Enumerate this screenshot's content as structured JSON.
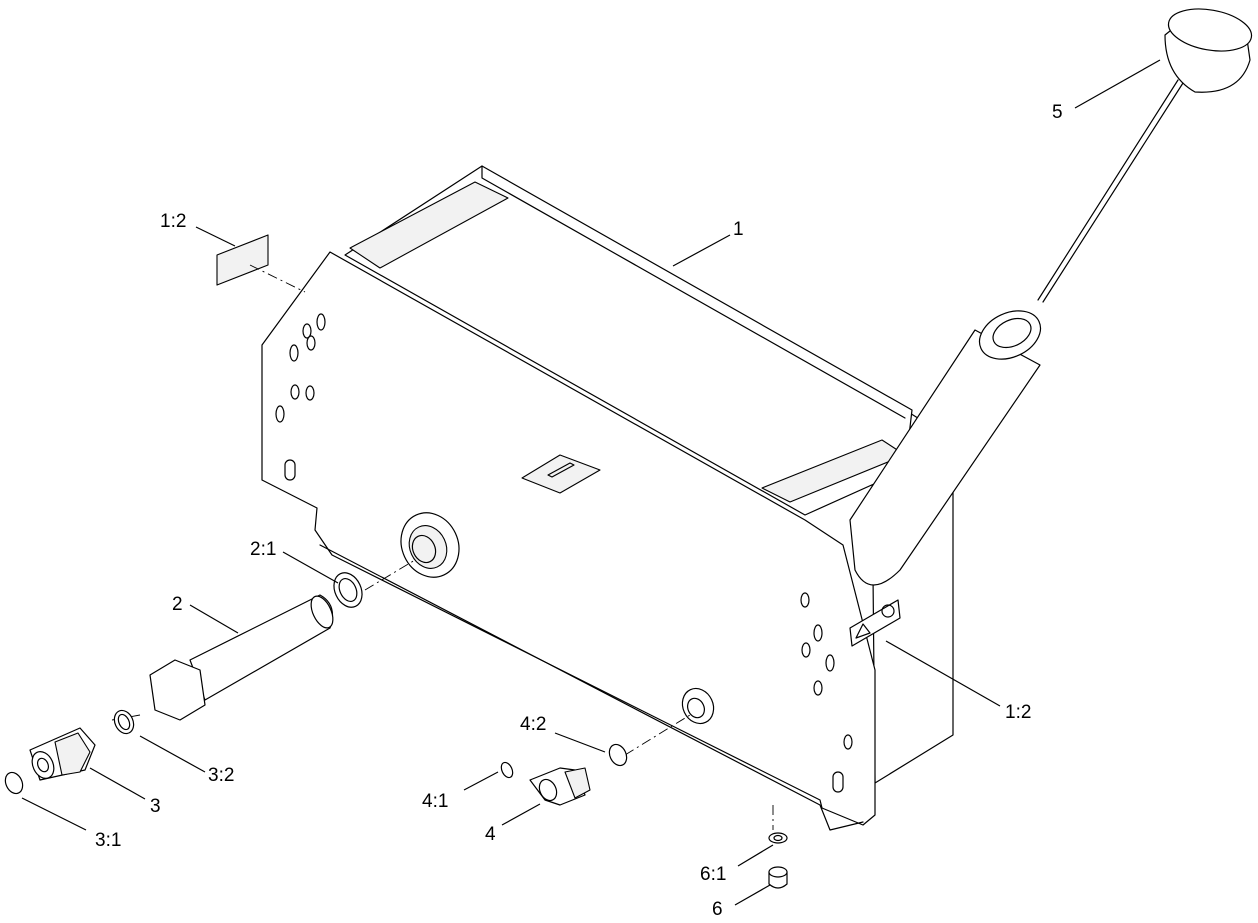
{
  "callouts": {
    "c1": "1",
    "c1_2_top": "1:2",
    "c1_2_right": "1:2",
    "c2": "2",
    "c2_1": "2:1",
    "c3": "3",
    "c3_1": "3:1",
    "c3_2": "3:2",
    "c4": "4",
    "c4_1": "4:1",
    "c4_2": "4:2",
    "c5": "5",
    "c6": "6",
    "c6_1": "6:1"
  },
  "icons": [
    "warning-triangle-icon",
    "safety-symbol-icon"
  ]
}
